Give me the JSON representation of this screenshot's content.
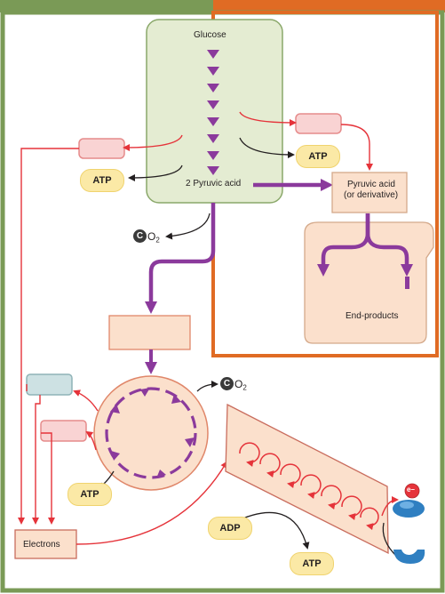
{
  "labels": {
    "glucose": "Glucose",
    "pyruvic_acid_2": "2 Pyruvic acid",
    "pyruvic_line1": "Pyruvic acid",
    "pyruvic_line2": "(or derivative)",
    "end_products": "End-products",
    "electrons": "Electrons"
  },
  "molecules": {
    "atp": "ATP",
    "adp": "ADP",
    "co2_c": "C",
    "co2_o": "O",
    "co2_sub": "2",
    "electron": "e–"
  },
  "colors": {
    "green_border": "#7a9a56",
    "orange_border": "#e06b24",
    "purple_arrow": "#8b3a9c",
    "red_arrow": "#e5333a",
    "glycolysis_box": "#e4ecd2",
    "peach_box": "#fbe0cc",
    "pink_box": "#f9d3d3",
    "teal_box": "#cde1e3",
    "atp_pill": "#fbe9a6",
    "carrier_blue": "#2f7fc1"
  }
}
